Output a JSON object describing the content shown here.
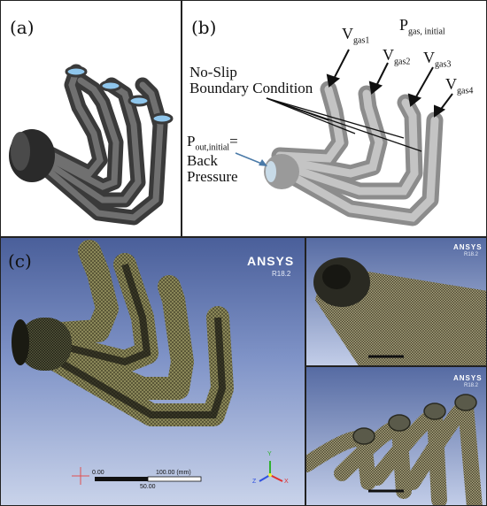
{
  "panels": {
    "a": {
      "label": "(a)"
    },
    "b": {
      "label": "(b)"
    },
    "c": {
      "label": "(c)"
    }
  },
  "annotations": {
    "vgas1": {
      "base": "V",
      "sub": "gas1"
    },
    "vgas2": {
      "base": "V",
      "sub": "gas2"
    },
    "vgas3": {
      "base": "V",
      "sub": "gas3"
    },
    "vgas4": {
      "base": "V",
      "sub": "gas4"
    },
    "pgas": {
      "base": "P",
      "sub": "gas, initial"
    },
    "noslip_line1": "No-Slip",
    "noslip_line2": "Boundary Condition",
    "pout": {
      "base": "P",
      "sub": "out,initial",
      "suffix": "="
    },
    "back": "Back",
    "pressure": "Pressure"
  },
  "ansys": {
    "brand": "ANSYS",
    "version": "R18.2"
  },
  "scale": {
    "start": "0.00",
    "end": "100.00 (mm)",
    "mid": "50.00"
  },
  "axes": {
    "x": "X",
    "y": "Y",
    "z": "Z"
  },
  "colors": {
    "solid_dark": "#3c3c3c",
    "solid_light": "#a6a6a6",
    "mesh_fill": "#8e8a5e",
    "mesh_line": "#2c2a18",
    "ansys_bg_top": "#4a5f9a",
    "ansys_bg_bottom": "#c9d3ea"
  }
}
